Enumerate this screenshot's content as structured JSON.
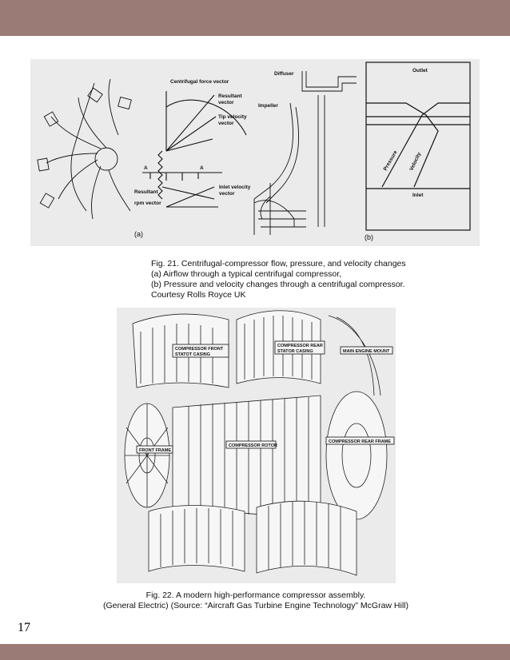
{
  "page": {
    "number": "17",
    "band_color": "#9b7b75"
  },
  "figure21": {
    "labels": {
      "centrifugal_force": "Centrifugal force vector",
      "resultant_vector": "Resultant\nvector",
      "tip_velocity": "Tip velocity\nvector",
      "resultant": "Resultant",
      "rpm_vector": "rpm vector",
      "inlet_velocity": "Inlet velocity\nvector",
      "diffuser": "Diffuser",
      "impeller": "Impeller",
      "outlet": "Outlet",
      "inlet": "Inlet",
      "pressure": "Pressure",
      "velocity": "Velocity",
      "a_mark": "A",
      "part_a": "(a)",
      "part_b": "(b)"
    },
    "caption": [
      "Fig. 21. Centrifugal-compressor flow, pressure, and velocity changes",
      "(a) Airflow through a typical centrifugal compressor,",
      "(b) Pressure and velocity changes through a centrifugal compressor.",
      "Courtesy Rolls Royce UK"
    ]
  },
  "figure22": {
    "labels": {
      "front_statot_casing": "COMPRESSOR FRONT\nSTATOT CASING",
      "rear_stator_casing": "COMPRESSOR REAR\nSTATOR CASING",
      "main_engine_mount": "MAIN ENGINE MOUNT",
      "front_frame": "FRONT FRAME",
      "compressor_rotor": "COMPRESSOR ROTOR",
      "rear_frame": "COMPRESSOR REAR FRAME"
    },
    "caption": [
      "Fig. 22. A modern high-performance compressor assembly.",
      "(General Electric) (Source: “Aircraft Gas Turbine Engine Technology” McGraw Hill)"
    ]
  }
}
